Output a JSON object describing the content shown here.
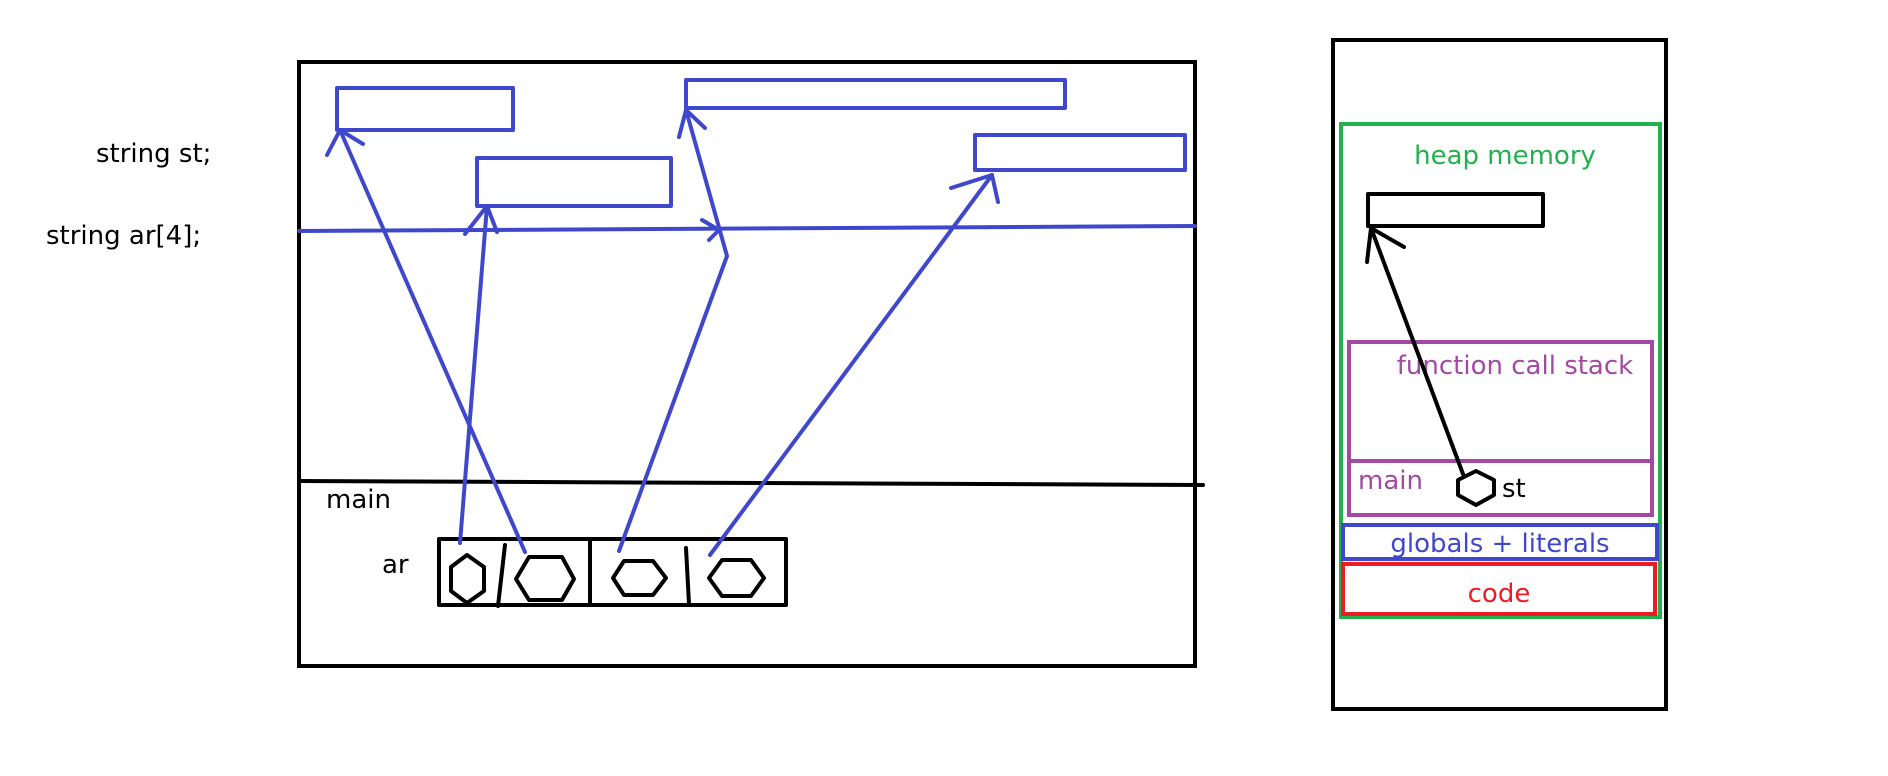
{
  "code": {
    "line1": "string st;",
    "line2": "string ar[4];"
  },
  "left_diagram": {
    "main_label": "main",
    "array_label": "ar"
  },
  "memory_layout": {
    "heap_label": "heap memory",
    "stack_label": "function call stack",
    "main_label": "main",
    "var_label": "st",
    "globals_label": "globals + literals",
    "code_label": "code"
  },
  "colors": {
    "pointer_blue": "#3f48cc",
    "heap_green": "#22b14c",
    "stack_purple": "#a349a4",
    "code_red": "#ed1c24",
    "ink_black": "#000000"
  }
}
